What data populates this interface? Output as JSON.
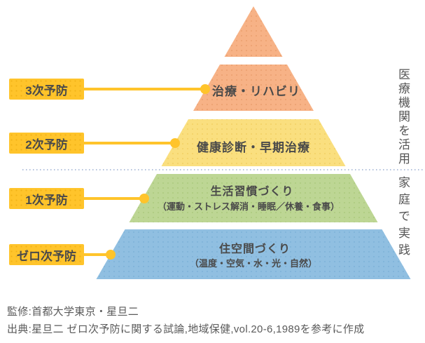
{
  "left_labels": [
    {
      "label": "3次予防"
    },
    {
      "label": "2次予防"
    },
    {
      "label": "1次予防"
    },
    {
      "label": "ゼロ次予防"
    }
  ],
  "pyramid": {
    "levels": [
      {
        "title": "",
        "subtitle": ""
      },
      {
        "title": "治療・リハビリ",
        "subtitle": ""
      },
      {
        "title": "健康診断・早期治療",
        "subtitle": ""
      },
      {
        "title": "生活習慣づくり",
        "subtitle": "（運動・ストレス解消・睡眠／休養・食事）"
      },
      {
        "title": "住空間づくり",
        "subtitle": "（温度・空気・水・光・自然）"
      }
    ]
  },
  "side_labels": {
    "top": "医療機関を活用",
    "bottom": "家庭で実践"
  },
  "footer": {
    "line1": "監修:首都大学東京・星旦二",
    "line2": "出典:星旦二 ゼロ次予防に関する試論,地域保健,vol.20-6,1989を参考に作成"
  },
  "colors": {
    "orange_band": "#f7b286",
    "yellow_band": "#fadf7f",
    "green_band": "#bdd694",
    "blue_band": "#90bfe1",
    "label_yellow": "#ffc42b",
    "band_text": "#4a4a4a",
    "side_text": "#555555",
    "footer_text": "#5a5a5a",
    "dotted_divider": "#b3c2dc"
  }
}
